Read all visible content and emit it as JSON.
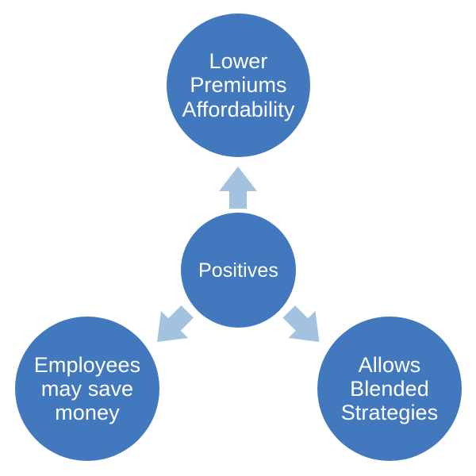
{
  "diagram": {
    "type": "radial-hub-and-spoke",
    "background_color": "#ffffff",
    "node_color": "#4178BE",
    "arrow_color": "#A3C2E0",
    "label_color": "#ffffff",
    "center": {
      "id": "positives",
      "label": "Positives"
    },
    "spokes": [
      {
        "id": "lower-premiums-affordability",
        "label": "Lower\nPremiums\nAffordability",
        "position": "top",
        "arrow_direction": "up"
      },
      {
        "id": "employees-may-save-money",
        "label": "Employees\nmay save\nmoney",
        "position": "bottom-left",
        "arrow_direction": "down-left"
      },
      {
        "id": "allows-blended-strategies",
        "label": "Allows\nBlended\nStrategies",
        "position": "bottom-right",
        "arrow_direction": "down-right"
      }
    ]
  }
}
